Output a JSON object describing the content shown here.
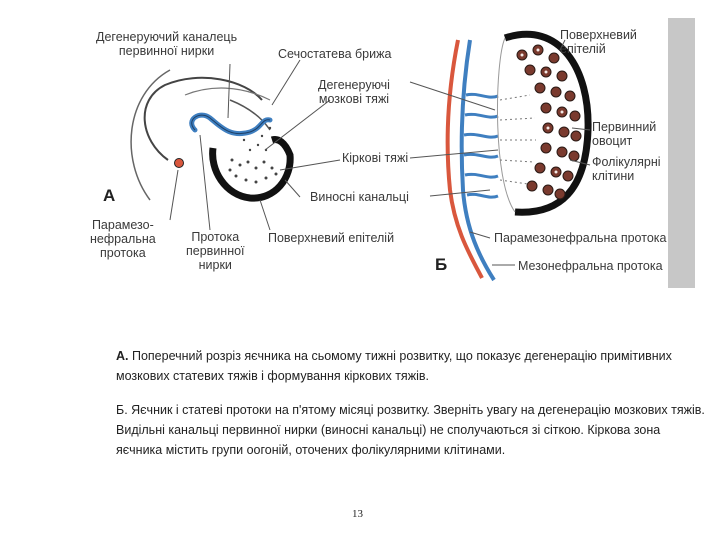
{
  "figure": {
    "panel_a": {
      "letter": "А",
      "labels": {
        "degenerating_tubule": [
          "Дегенеруючий каналець",
          "первинної нирки"
        ],
        "mesovarium": "Сечостатева брижа",
        "medullary_cords": [
          "Дегенеруючі",
          "мозкові тяжі"
        ],
        "cortical_cords": "Кіркові тяжі",
        "efferent_tubules": "Виносні канальці",
        "paramesonephric_duct": [
          "Парамезо-",
          "нефральна",
          "протока"
        ],
        "mesonephric_duct": [
          "Протока",
          "первинної",
          "нирки"
        ],
        "surface_epithelium": "Поверхневий епітелій"
      }
    },
    "panel_b": {
      "letter": "Б",
      "labels": {
        "surface_epithelium": [
          "Поверхневий",
          "епітелій"
        ],
        "primary_oocyte": [
          "Первинний",
          "овоцит"
        ],
        "follicular_cells": [
          "Фолікулярні",
          "клітини"
        ],
        "paramesonephric_duct": "Парамезонефральна протока",
        "mesonephric_duct": "Мезонефральна протока"
      }
    },
    "colors": {
      "duct_red": "#d9573d",
      "duct_blue": "#3f7fc0",
      "outline": "#111111",
      "gray_bar": "#c7c7c7"
    }
  },
  "caption": {
    "a_bold": "А.",
    "a_text": " Поперечний розріз яєчника на сьомому тижні розвитку, що показує дегенерацію примітивних мозкових статевих тяжів і формування кіркових тяжів.",
    "b_text": "Б. Яєчник і статеві протоки на п'ятому місяці розвитку. Зверніть увагу на дегенерацію мозкових тяжів. Видільні канальці первинної нирки (виносні канальці) не сполучаються зі сіткою. Кіркова зона яєчника містить групи оогоній, оточених фолікулярними клітинами."
  },
  "page_number": "13"
}
